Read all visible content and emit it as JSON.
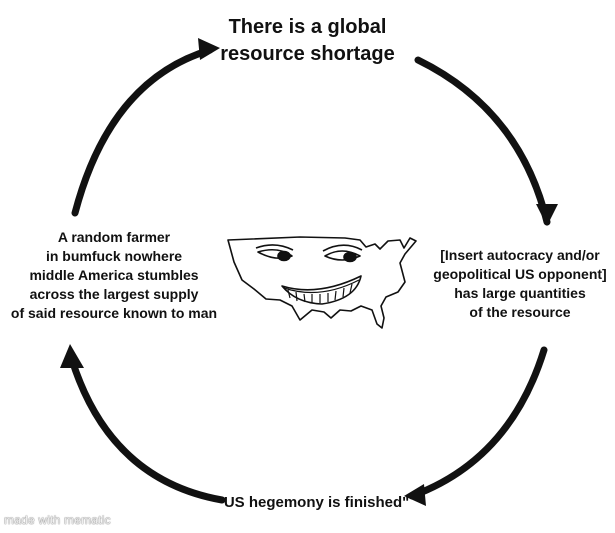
{
  "diagram": {
    "top_node": [
      "There is a global",
      "resource shortage"
    ],
    "right_node": [
      "[Insert autocracy and/or",
      "geopolitical US opponent]",
      "has large quantities",
      "of the resource"
    ],
    "bottom_node": [
      "\"US hegemony is finished\""
    ],
    "left_node": [
      "A random farmer",
      "in bumfuck nowhere",
      "middle America stumbles",
      "across the largest supply",
      "of said resource known to man"
    ]
  },
  "watermark": "made with mematic",
  "colors": {
    "ink": "#111111",
    "background": "#ffffff"
  },
  "icons": [
    "usa-map-face-icon"
  ]
}
